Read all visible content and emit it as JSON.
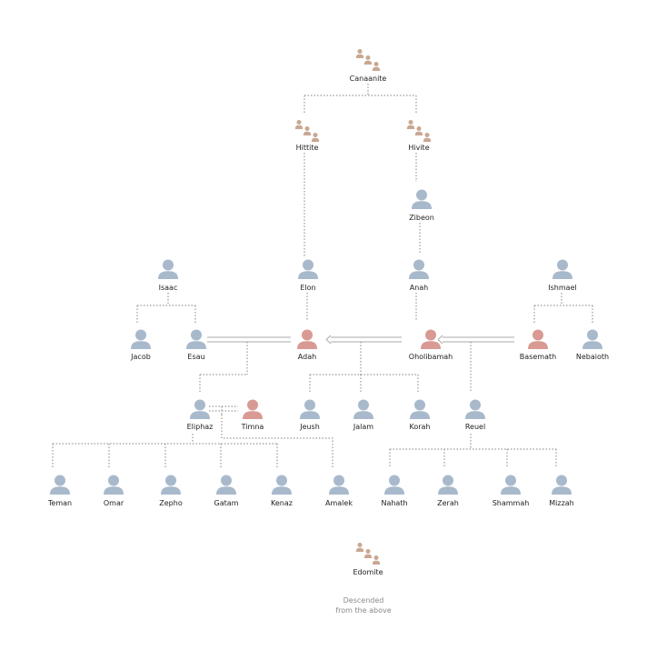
{
  "colors": {
    "male": "#a8b9cc",
    "female": "#d99a94",
    "group": "#c9a792",
    "line": "#9a9a9a",
    "note": "#8a8a8a"
  },
  "groups": {
    "canaanite": "Canaanite",
    "hittite": "Hittite",
    "hivite": "Hivite",
    "edomite": "Edomite"
  },
  "people": {
    "zibeon": "Zibeon",
    "isaac": "Isaac",
    "elon": "Elon",
    "anah": "Anah",
    "ishmael": "Ishmael",
    "jacob": "Jacob",
    "esau": "Esau",
    "adah": "Adah",
    "oholibamah": "Oholibamah",
    "basemath": "Basemath",
    "nebaioth": "Nebaioth",
    "eliphaz": "Eliphaz",
    "timna": "Timna",
    "jeush": "Jeush",
    "jalam": "Jalam",
    "korah": "Korah",
    "reuel": "Reuel",
    "teman": "Teman",
    "omar": "Omar",
    "zepho": "Zepho",
    "gatam": "Gatam",
    "kenaz": "Kenaz",
    "amalek": "Amalek",
    "nahath": "Nahath",
    "zerah": "Zerah",
    "shammah": "Shammah",
    "mizzah": "Mizzah"
  },
  "note": {
    "line1": "Descended",
    "line2": "from the above"
  }
}
